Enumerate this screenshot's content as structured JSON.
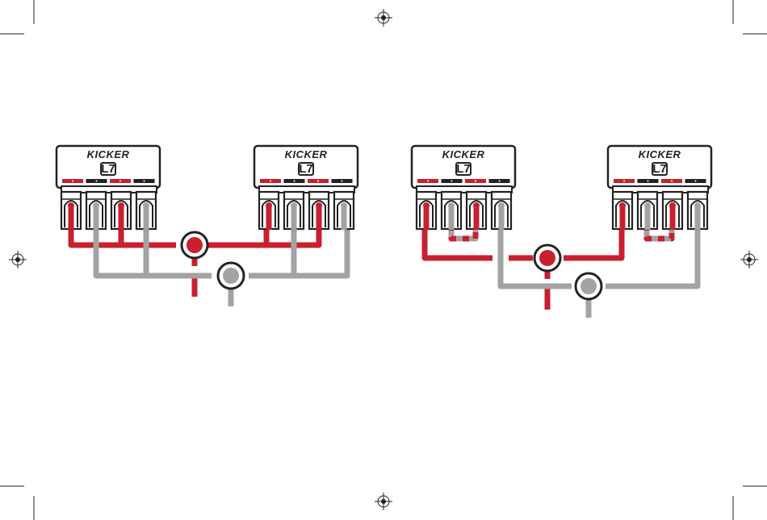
{
  "brand": "KICKER",
  "model": "L7",
  "colors": {
    "positive": "#c8202e",
    "negative": "#a3a3a3",
    "outline": "#222222",
    "background": "#ffffff"
  },
  "diagrams": [
    {
      "name": "parallel-wiring",
      "subwoofers": 2,
      "coils_per_sub": 2,
      "coil_wiring": "parallel",
      "sub_wiring": "parallel"
    },
    {
      "name": "series-coil-parallel-sub-wiring",
      "subwoofers": 2,
      "coils_per_sub": 2,
      "coil_wiring": "series",
      "sub_wiring": "parallel"
    }
  ]
}
